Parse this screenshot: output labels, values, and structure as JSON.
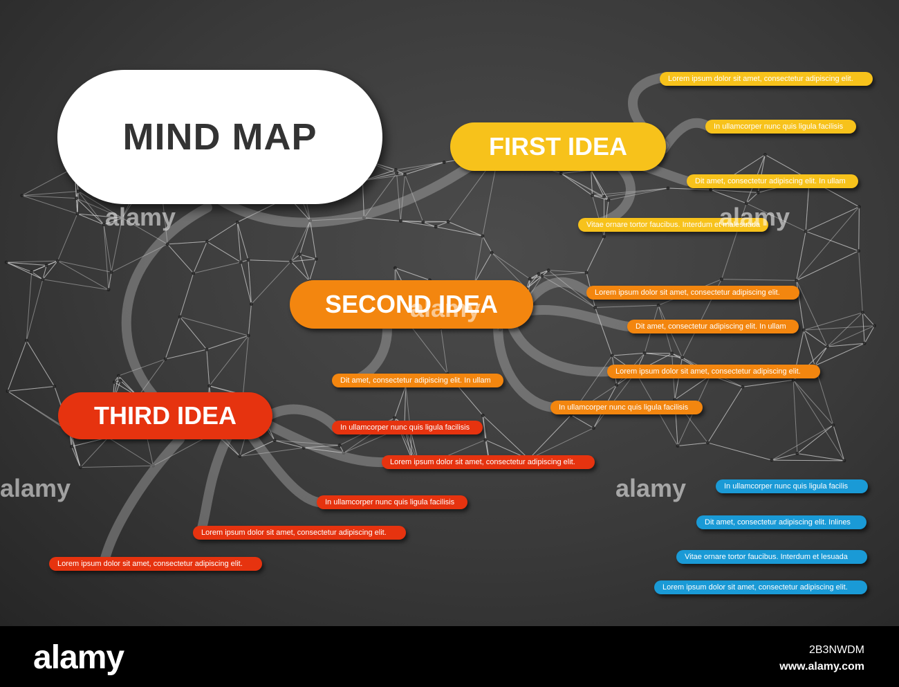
{
  "title": "MIND MAP",
  "ideas": [
    {
      "label": "FIRST IDEA",
      "color": "#f7c21b",
      "leaves": [
        "Lorem ipsum dolor sit amet, consectetur adipiscing elit.",
        "In ullamcorper nunc quis ligula facilisis",
        "Dit amet, consectetur adipiscing elit. In ullam",
        "Vitae ornare tortor faucibus. Interdum et malesuada"
      ]
    },
    {
      "label": "SECOND IDEA",
      "color": "#f3860f",
      "leaves": [
        "Lorem ipsum dolor sit amet, consectetur adipiscing elit.",
        "Dit amet, consectetur adipiscing elit. In ullam",
        "Lorem ipsum dolor sit amet, consectetur adipiscing elit.",
        "In ullamcorper nunc quis ligula facilisis",
        "Dit amet, consectetur adipiscing elit. In ullam"
      ]
    },
    {
      "label": "THIRD IDEA",
      "color": "#e6330f",
      "leaves": [
        "In ullamcorper nunc quis ligula facilisis",
        "Lorem ipsum dolor sit amet, consectetur adipiscing elit.",
        "In ullamcorper nunc quis ligula facilisis",
        "Lorem ipsum dolor sit amet, consectetur adipiscing elit.",
        "Lorem ipsum dolor sit amet, consectetur adipiscing elit."
      ]
    },
    {
      "label": "",
      "color": "#1a9ad6",
      "leaves": [
        "In ullamcorper nunc quis ligula facilis",
        "Dit amet, consectetur adipiscing elit. Inlines",
        "Vitae ornare tortor faucibus. Interdum et lesuada",
        "Lorem ipsum dolor sit amet, consectetur adipiscing elit."
      ]
    }
  ],
  "watermark": "alamy",
  "footer": {
    "logo": "alamy",
    "image_id": "2B3NWDM",
    "url": "www.alamy.com"
  }
}
